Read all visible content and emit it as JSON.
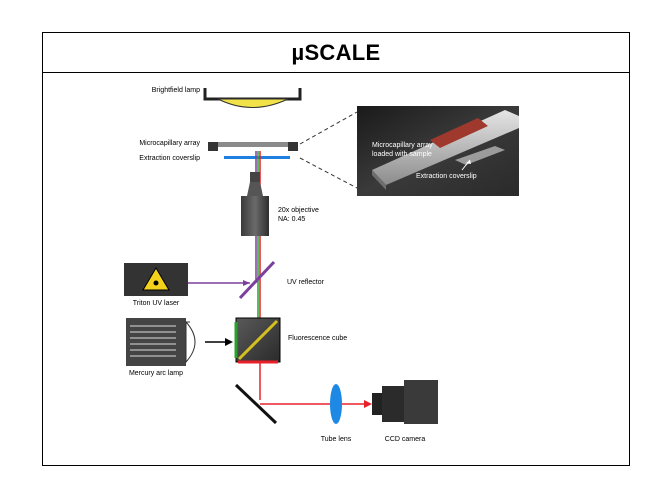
{
  "title": "µSCALE",
  "labels": {
    "brightfield_lamp": "Brightfield lamp",
    "microcapillary_array": "Microcapillary array",
    "extraction_coverslip": "Extraction coverslip",
    "objective_line1": "20x objective",
    "objective_line2": "NA: 0.45",
    "uv_reflector": "UV reflector",
    "triton_uv_laser": "Triton UV laser",
    "fluorescence_cube": "Fluorescence cube",
    "mercury_arc_lamp": "Mercury arc lamp",
    "tube_lens": "Tube lens",
    "ccd_camera": "CCD camera"
  },
  "photo": {
    "label_line1": "Microcapillary array",
    "label_line2": "loaded with sample",
    "label_coverslip": "Extraction coverslip"
  },
  "colors": {
    "uv_beam": "#7b3f9e",
    "red_beam": "#e8202a",
    "green_beam": "#2ca02c",
    "coverslip": "#1e7fe0",
    "tube_lens": "#1e88e5",
    "dichroic": "#d4c020",
    "lamp_bulb": "#f2e24a"
  }
}
